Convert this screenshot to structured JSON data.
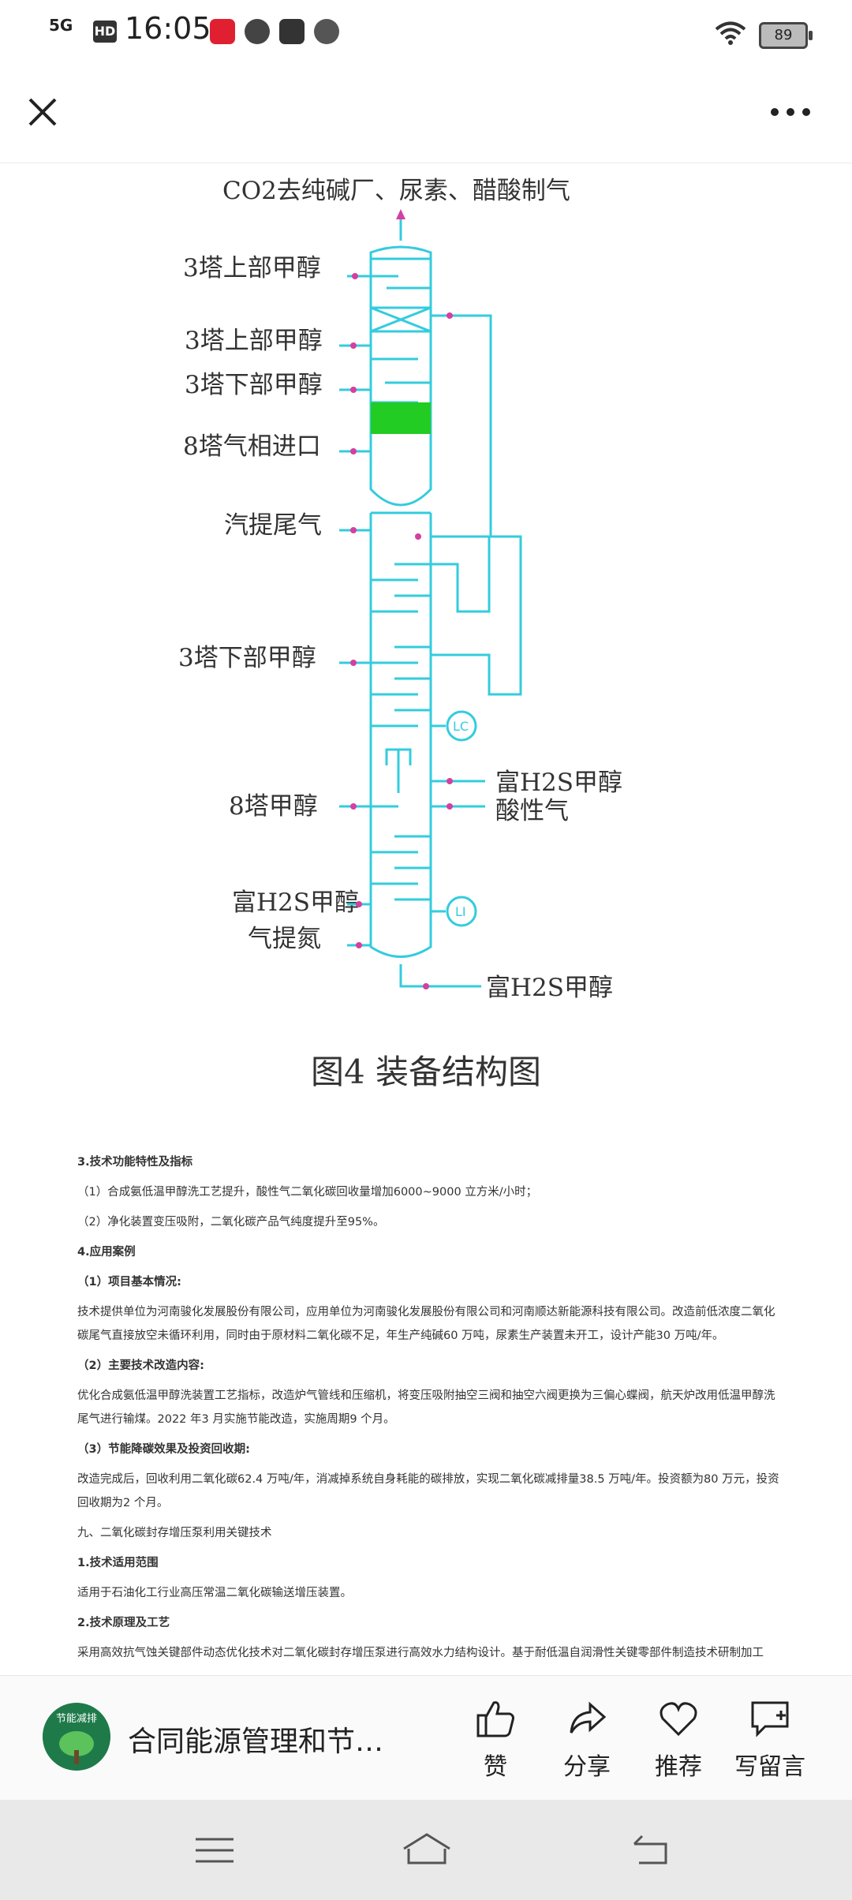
{
  "status": {
    "network": "5G",
    "hd": "HD",
    "time": "16:05",
    "battery": "89"
  },
  "header": {
    "close_icon": "close-icon",
    "more_icon": "more-icon"
  },
  "figure": {
    "top_label": "CO2去纯碱厂、尿素、醋酸制气",
    "left_labels": [
      "3塔上部甲醇",
      "3塔上部甲醇",
      "3塔下部甲醇",
      "8塔气相进口",
      "汽提尾气",
      "3塔下部甲醇",
      "8塔甲醇",
      "富H2S甲醇",
      "气提氮"
    ],
    "right_labels": [
      "富H2S甲醇",
      "酸性气",
      "富H2S甲醇"
    ],
    "lc_label": "LC",
    "li_label": "LI",
    "caption": "图4 装备结构图"
  },
  "article": {
    "paragraphs": [
      {
        "text": "3.技术功能特性及指标",
        "bold": true
      },
      {
        "text": "（1）合成氨低温甲醇洗工艺提升，酸性气二氧化碳回收量增加6000~9000 立方米/小时；",
        "bold": false
      },
      {
        "text": "（2）净化装置变压吸附，二氧化碳产品气纯度提升至95%。",
        "bold": false
      },
      {
        "text": "4.应用案例",
        "bold": true
      },
      {
        "text": "（1）项目基本情况:",
        "bold": true
      },
      {
        "text": "技术提供单位为河南骏化发展股份有限公司，应用单位为河南骏化发展股份有限公司和河南顺达新能源科技有限公司。改造前低浓度二氧化碳尾气直接放空未循环利用，同时由于原材料二氧化碳不足，年生产纯碱60 万吨，尿素生产装置未开工，设计产能30 万吨/年。",
        "bold": false
      },
      {
        "text": "（2）主要技术改造内容:",
        "bold": true
      },
      {
        "text": "优化合成氨低温甲醇洗装置工艺指标，改造炉气管线和压缩机，将变压吸附抽空三阀和抽空六阀更换为三偏心蝶阀，航天炉改用低温甲醇洗尾气进行输煤。2022 年3 月实施节能改造，实施周期9 个月。",
        "bold": false
      },
      {
        "text": "（3）节能降碳效果及投资回收期:",
        "bold": true
      },
      {
        "text": "改造完成后，回收利用二氧化碳62.4 万吨/年，消减掉系统自身耗能的碳排放，实现二氧化碳减排量38.5 万吨/年。投资额为80 万元，投资回收期为2 个月。",
        "bold": false
      },
      {
        "text": "九、二氧化碳封存增压泵利用关键技术",
        "bold": false
      },
      {
        "text": "1.技术适用范围",
        "bold": true
      },
      {
        "text": "适用于石油化工行业高压常温二氧化碳输送增压装置。",
        "bold": false
      },
      {
        "text": "2.技术原理及工艺",
        "bold": true
      },
      {
        "text": "采用高效抗气蚀关键部件动态优化技术对二氧化碳封存增压泵进行高效水力结构设计。基于耐低温自润滑性关键零部件制造技术研制加工",
        "bold": false
      }
    ]
  },
  "bottom": {
    "avatar_text": "节能减排",
    "account_name": "合同能源管理和节…",
    "actions": [
      {
        "icon": "thumbs-up-icon",
        "label": "赞"
      },
      {
        "icon": "share-icon",
        "label": "分享"
      },
      {
        "icon": "heart-icon",
        "label": "推荐"
      },
      {
        "icon": "comment-icon",
        "label": "写留言"
      }
    ]
  },
  "nav": {
    "menu_icon": "menu-icon",
    "home_icon": "home-icon",
    "back_icon": "back-icon"
  }
}
